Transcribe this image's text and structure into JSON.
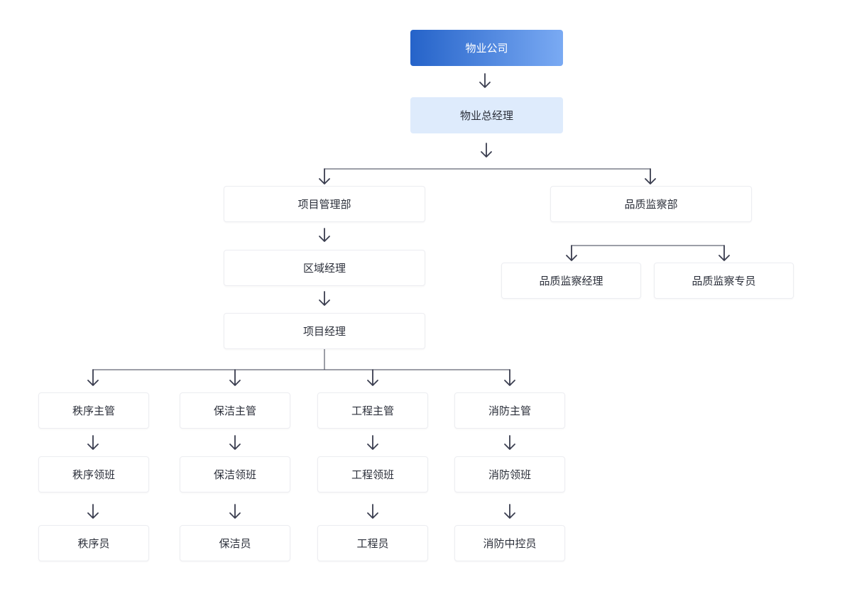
{
  "nodes": {
    "company": "物业公司",
    "general_manager": "物业总经理",
    "project_dept": "项目管理部",
    "quality_dept": "品质监察部",
    "regional_manager": "区域经理",
    "project_manager": "项目经理",
    "quality_manager": "品质监察经理",
    "quality_specialist": "品质监察专员",
    "order_supervisor": "秩序主管",
    "order_leader": "秩序领班",
    "order_staff": "秩序员",
    "cleaning_supervisor": "保洁主管",
    "cleaning_leader": "保洁领班",
    "cleaning_staff": "保洁员",
    "engineering_supervisor": "工程主管",
    "engineering_leader": "工程领班",
    "engineering_staff": "工程员",
    "fire_supervisor": "消防主管",
    "fire_leader": "消防领班",
    "fire_staff": "消防中控员"
  },
  "colors": {
    "root_gradient_start": "#2563c9",
    "root_gradient_end": "#7aaaf3",
    "gm_fill": "#deebfc",
    "connector": "#3a3d4f",
    "text": "#2b2f3a"
  }
}
